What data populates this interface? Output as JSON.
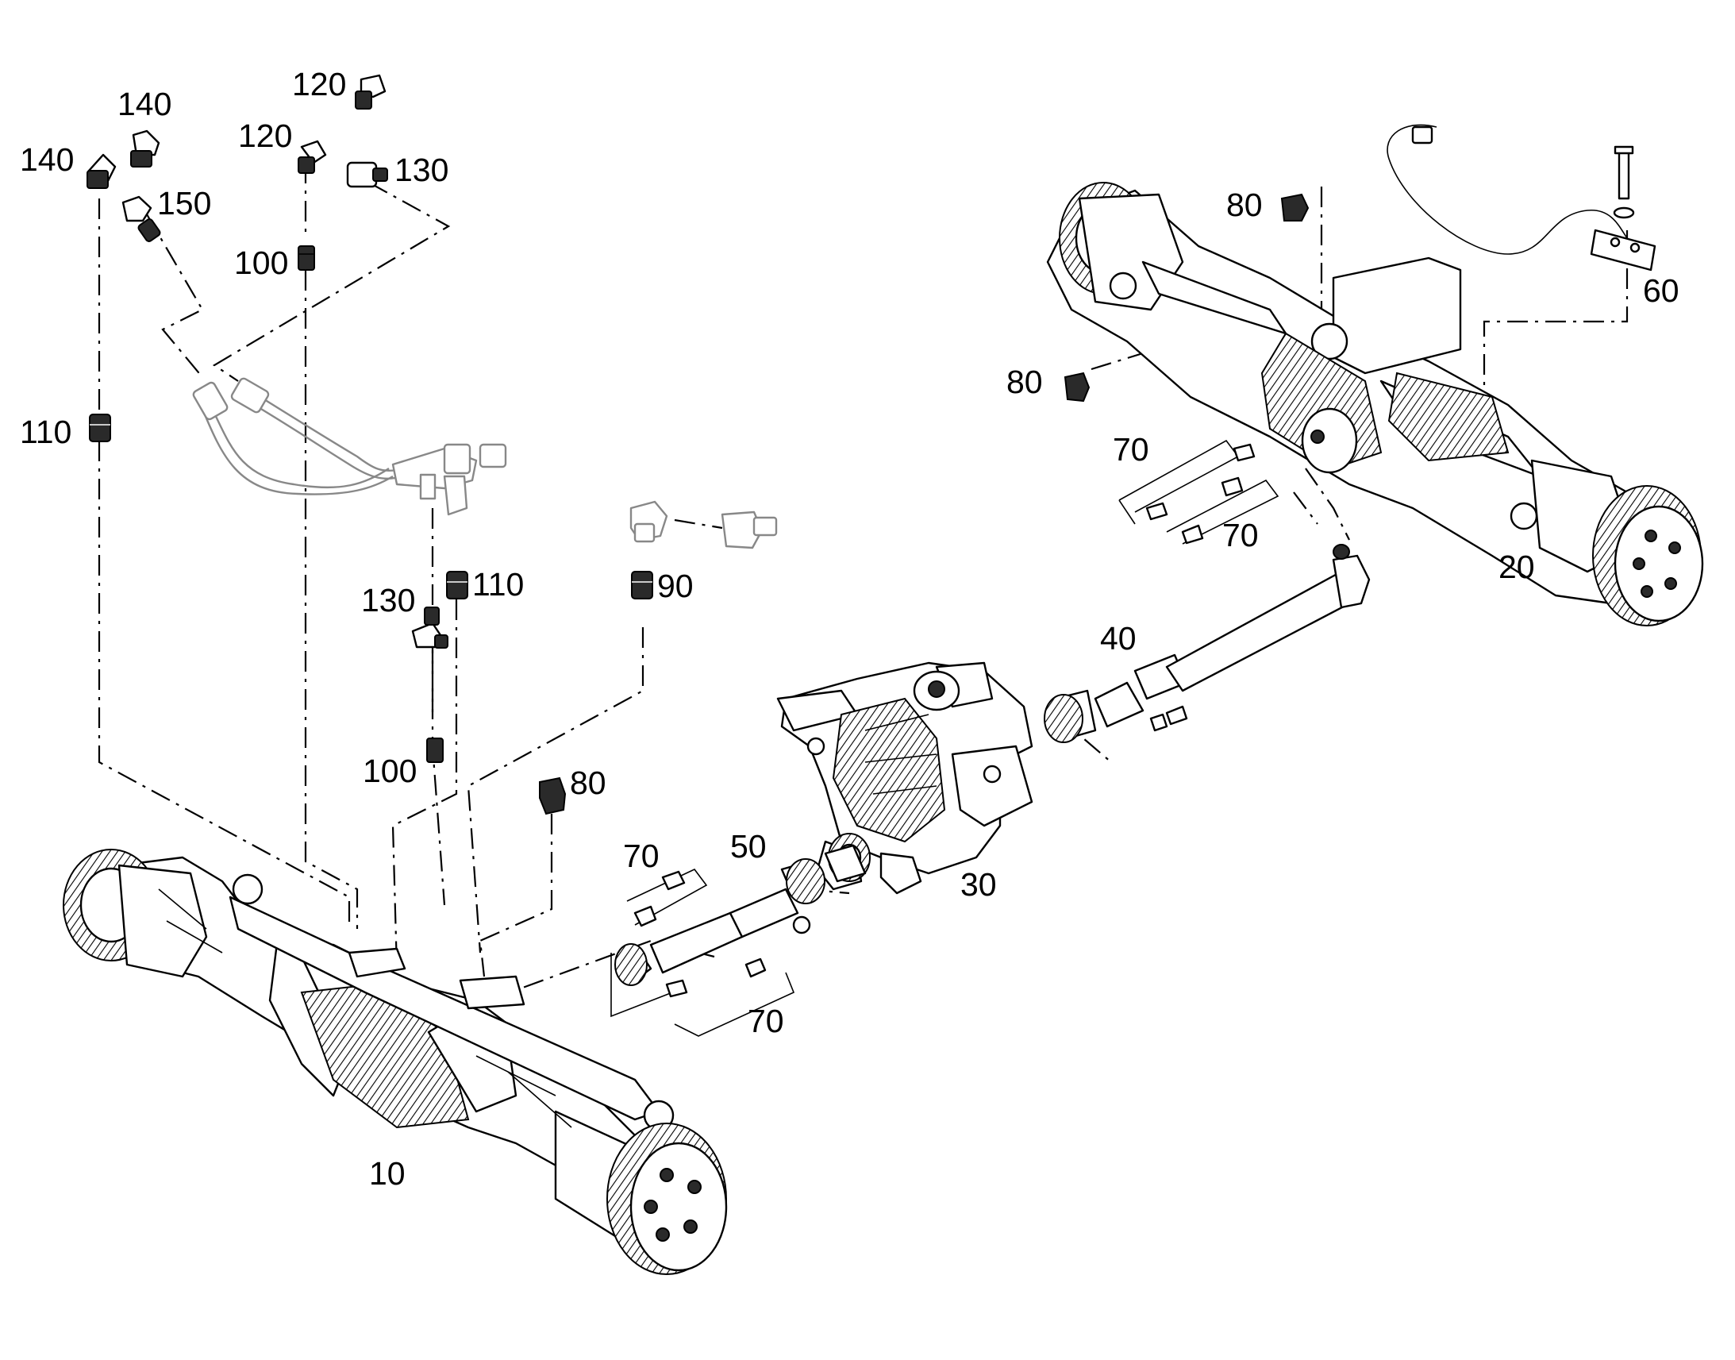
{
  "labels": {
    "l10": "10",
    "l20": "20",
    "l30": "30",
    "l40": "40",
    "l50": "50",
    "l60": "60",
    "l70a": "70",
    "l70b": "70",
    "l70c": "70",
    "l70d": "70",
    "l80a": "80",
    "l80b": "80",
    "l80c": "80",
    "l90": "90",
    "l100a": "100",
    "l100b": "100",
    "l110a": "110",
    "l110b": "110",
    "l120a": "120",
    "l120b": "120",
    "l130a": "130",
    "l130b": "130",
    "l140a": "140",
    "l140b": "140",
    "l150": "150"
  },
  "colors": {
    "ink": "#000000",
    "faded": "#888888",
    "background": "#ffffff"
  }
}
